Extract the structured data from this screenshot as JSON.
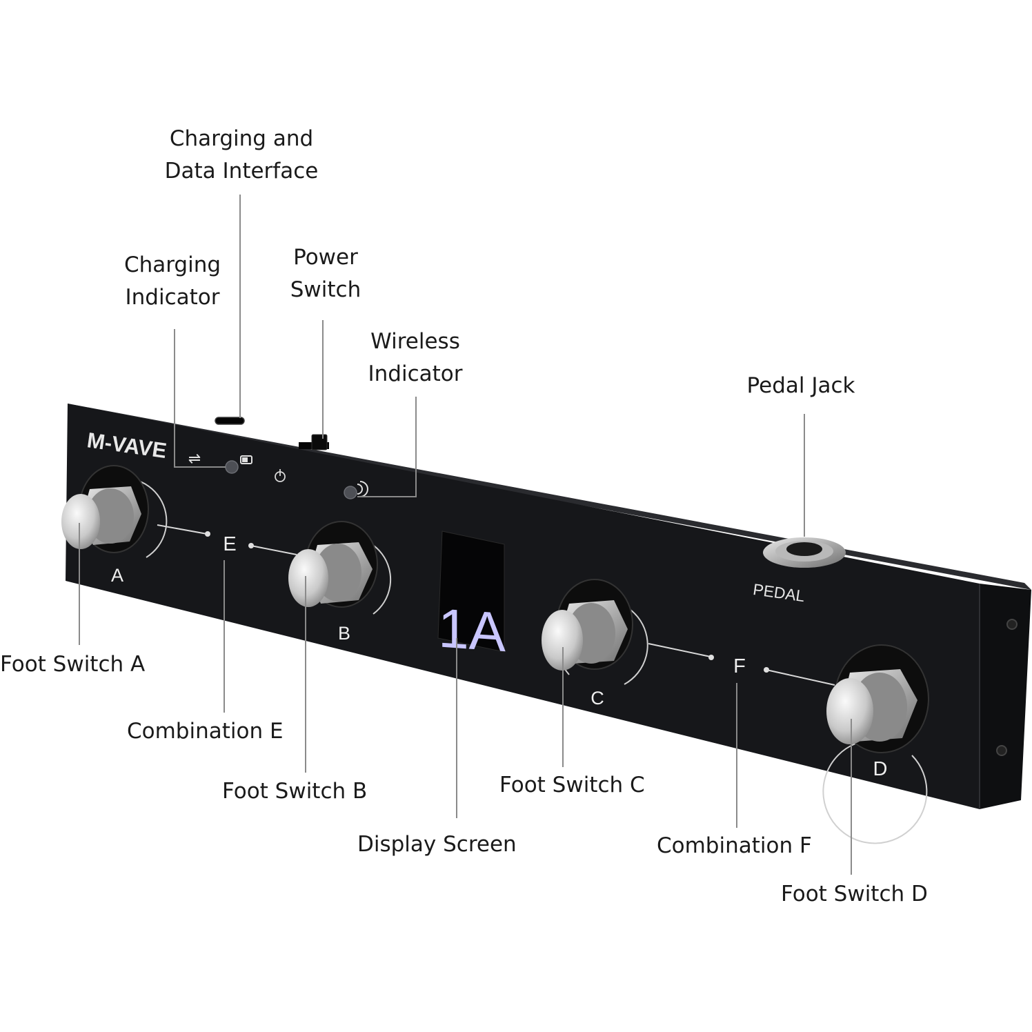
{
  "labels": {
    "charging_data_interface_line1": "Charging and",
    "charging_data_interface_line2": "Data Interface",
    "charging_indicator_line1": "Charging",
    "charging_indicator_line2": "Indicator",
    "power_switch_line1": "Power",
    "power_switch_line2": "Switch",
    "wireless_indicator_line1": "Wireless",
    "wireless_indicator_line2": "Indicator",
    "pedal_jack": "Pedal Jack",
    "foot_switch_a": "Foot Switch A",
    "combination_e": "Combination E",
    "foot_switch_b": "Foot Switch B",
    "display_screen": "Display Screen",
    "foot_switch_c": "Foot Switch C",
    "combination_f": "Combination F",
    "foot_switch_d": "Foot Switch D"
  },
  "device": {
    "brand": "M-VAVE",
    "display_value": "1A",
    "pedal_port": "PEDAL",
    "switch_a": "A",
    "switch_b": "B",
    "switch_c": "C",
    "switch_d": "D",
    "combo_e": "E",
    "combo_f": "F"
  },
  "colors": {
    "body": "#16171a",
    "display": "#c9c6ff",
    "text": "#1a1a1a",
    "leader": "#8a8a8a"
  }
}
